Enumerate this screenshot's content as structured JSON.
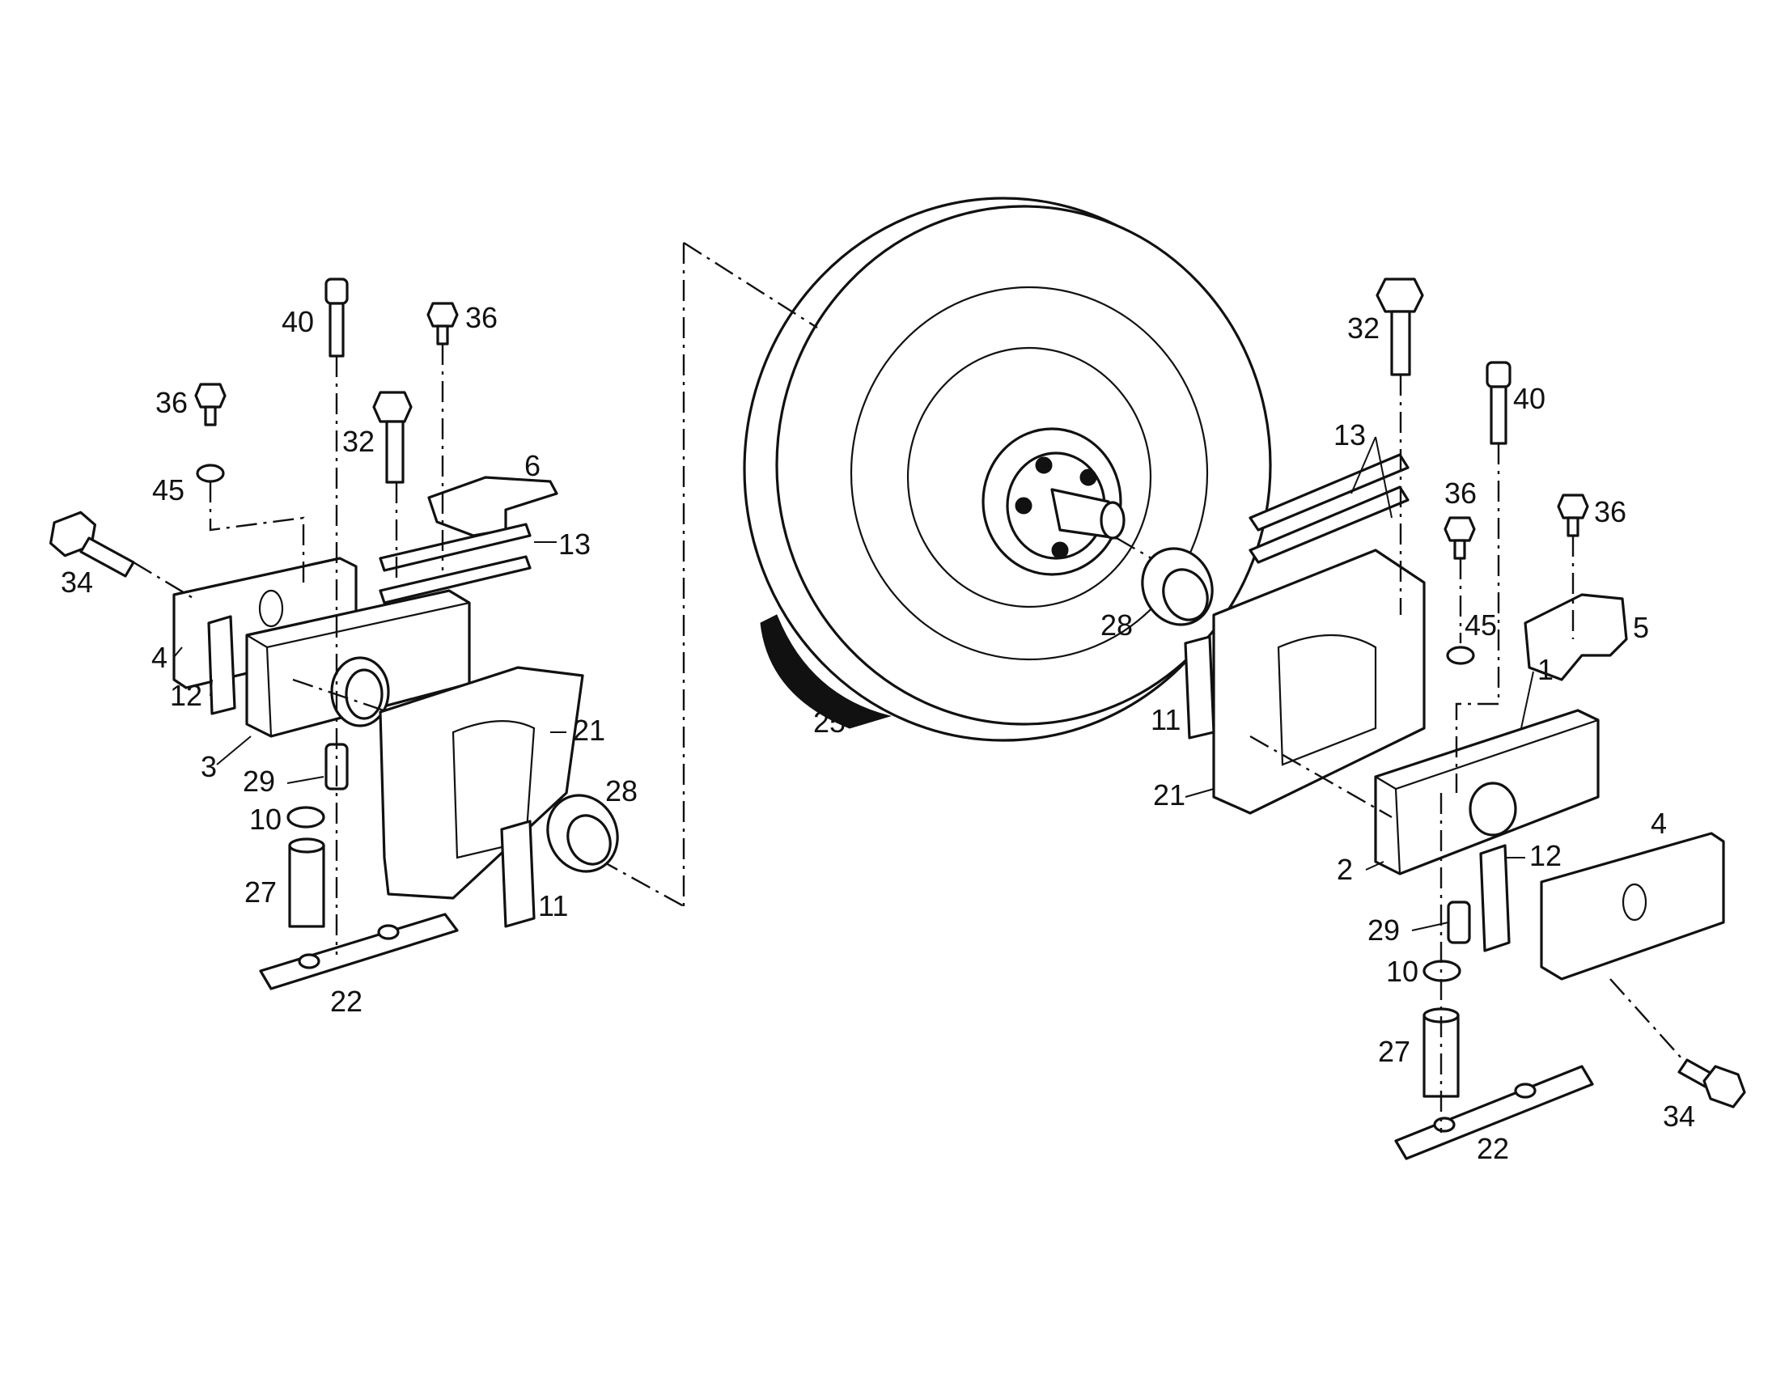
{
  "diagram": {
    "type": "exploded-parts-view",
    "left_assembly": {
      "callouts": [
        {
          "id": "l-40",
          "label": "40"
        },
        {
          "id": "l-36a",
          "label": "36"
        },
        {
          "id": "l-36b",
          "label": "36"
        },
        {
          "id": "l-32",
          "label": "32"
        },
        {
          "id": "l-45",
          "label": "45"
        },
        {
          "id": "l-6",
          "label": "6"
        },
        {
          "id": "l-13",
          "label": "13"
        },
        {
          "id": "l-34",
          "label": "34"
        },
        {
          "id": "l-4",
          "label": "4"
        },
        {
          "id": "l-12",
          "label": "12"
        },
        {
          "id": "l-3",
          "label": "3"
        },
        {
          "id": "l-29",
          "label": "29"
        },
        {
          "id": "l-21",
          "label": "21"
        },
        {
          "id": "l-28",
          "label": "28"
        },
        {
          "id": "l-10",
          "label": "10"
        },
        {
          "id": "l-27",
          "label": "27"
        },
        {
          "id": "l-11",
          "label": "11"
        },
        {
          "id": "l-22",
          "label": "22"
        }
      ]
    },
    "center": {
      "callouts": [
        {
          "id": "c-25",
          "label": "25"
        },
        {
          "id": "c-28",
          "label": "28"
        }
      ]
    },
    "right_assembly": {
      "callouts": [
        {
          "id": "r-32",
          "label": "32"
        },
        {
          "id": "r-40",
          "label": "40"
        },
        {
          "id": "r-13",
          "label": "13"
        },
        {
          "id": "r-36a",
          "label": "36"
        },
        {
          "id": "r-36b",
          "label": "36"
        },
        {
          "id": "r-45",
          "label": "45"
        },
        {
          "id": "r-5",
          "label": "5"
        },
        {
          "id": "r-1",
          "label": "1"
        },
        {
          "id": "r-11",
          "label": "11"
        },
        {
          "id": "r-21",
          "label": "21"
        },
        {
          "id": "r-4",
          "label": "4"
        },
        {
          "id": "r-12",
          "label": "12"
        },
        {
          "id": "r-2",
          "label": "2"
        },
        {
          "id": "r-29",
          "label": "29"
        },
        {
          "id": "r-10",
          "label": "10"
        },
        {
          "id": "r-27",
          "label": "27"
        },
        {
          "id": "r-34",
          "label": "34"
        },
        {
          "id": "r-22",
          "label": "22"
        }
      ]
    }
  }
}
